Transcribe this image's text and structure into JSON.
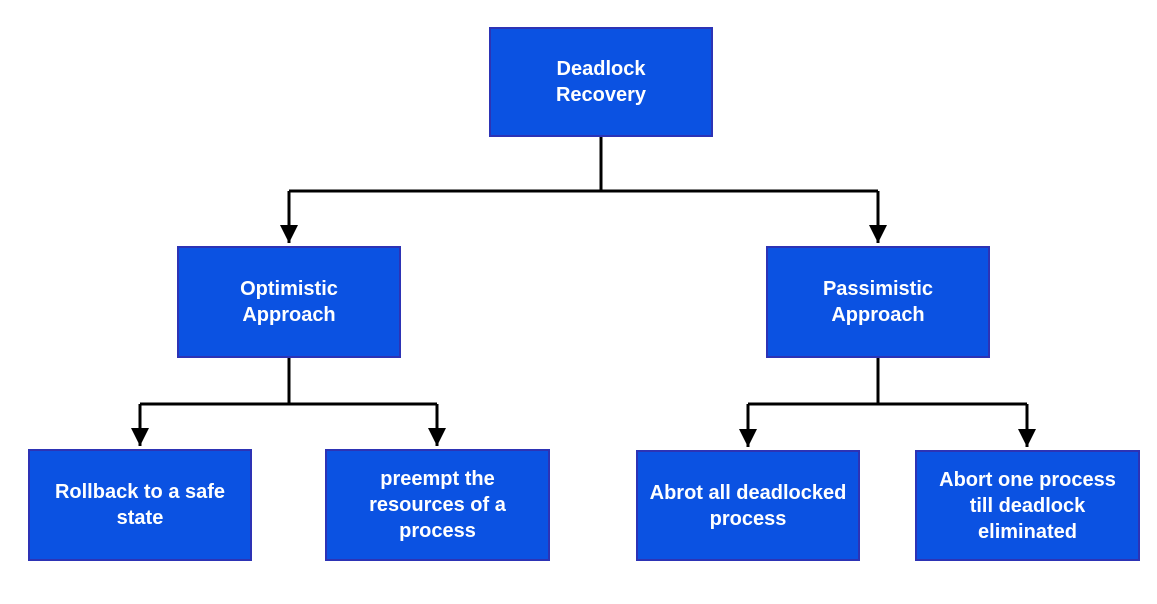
{
  "diagram": {
    "root": {
      "label": "Deadlock\nRecovery"
    },
    "level2": [
      {
        "id": "optimistic",
        "label": "Optimistic\nApproach"
      },
      {
        "id": "passimistic",
        "label": "Passimistic\nApproach"
      }
    ],
    "leaves": [
      {
        "id": "rollback",
        "parent": "optimistic",
        "label": "Rollback to a safe\nstate"
      },
      {
        "id": "preempt",
        "parent": "optimistic",
        "label": "preempt the\nresources of a\nprocess"
      },
      {
        "id": "abort-all",
        "parent": "passimistic",
        "label": "Abrot all deadlocked\nprocess"
      },
      {
        "id": "abort-one",
        "parent": "passimistic",
        "label": "Abort one process\ntill deadlock\neliminated"
      }
    ]
  },
  "colors": {
    "node_fill": "#0b52e2",
    "node_border": "#2d33b5",
    "node_text": "#ffffff",
    "connector": "#000000",
    "background": "#ffffff"
  }
}
